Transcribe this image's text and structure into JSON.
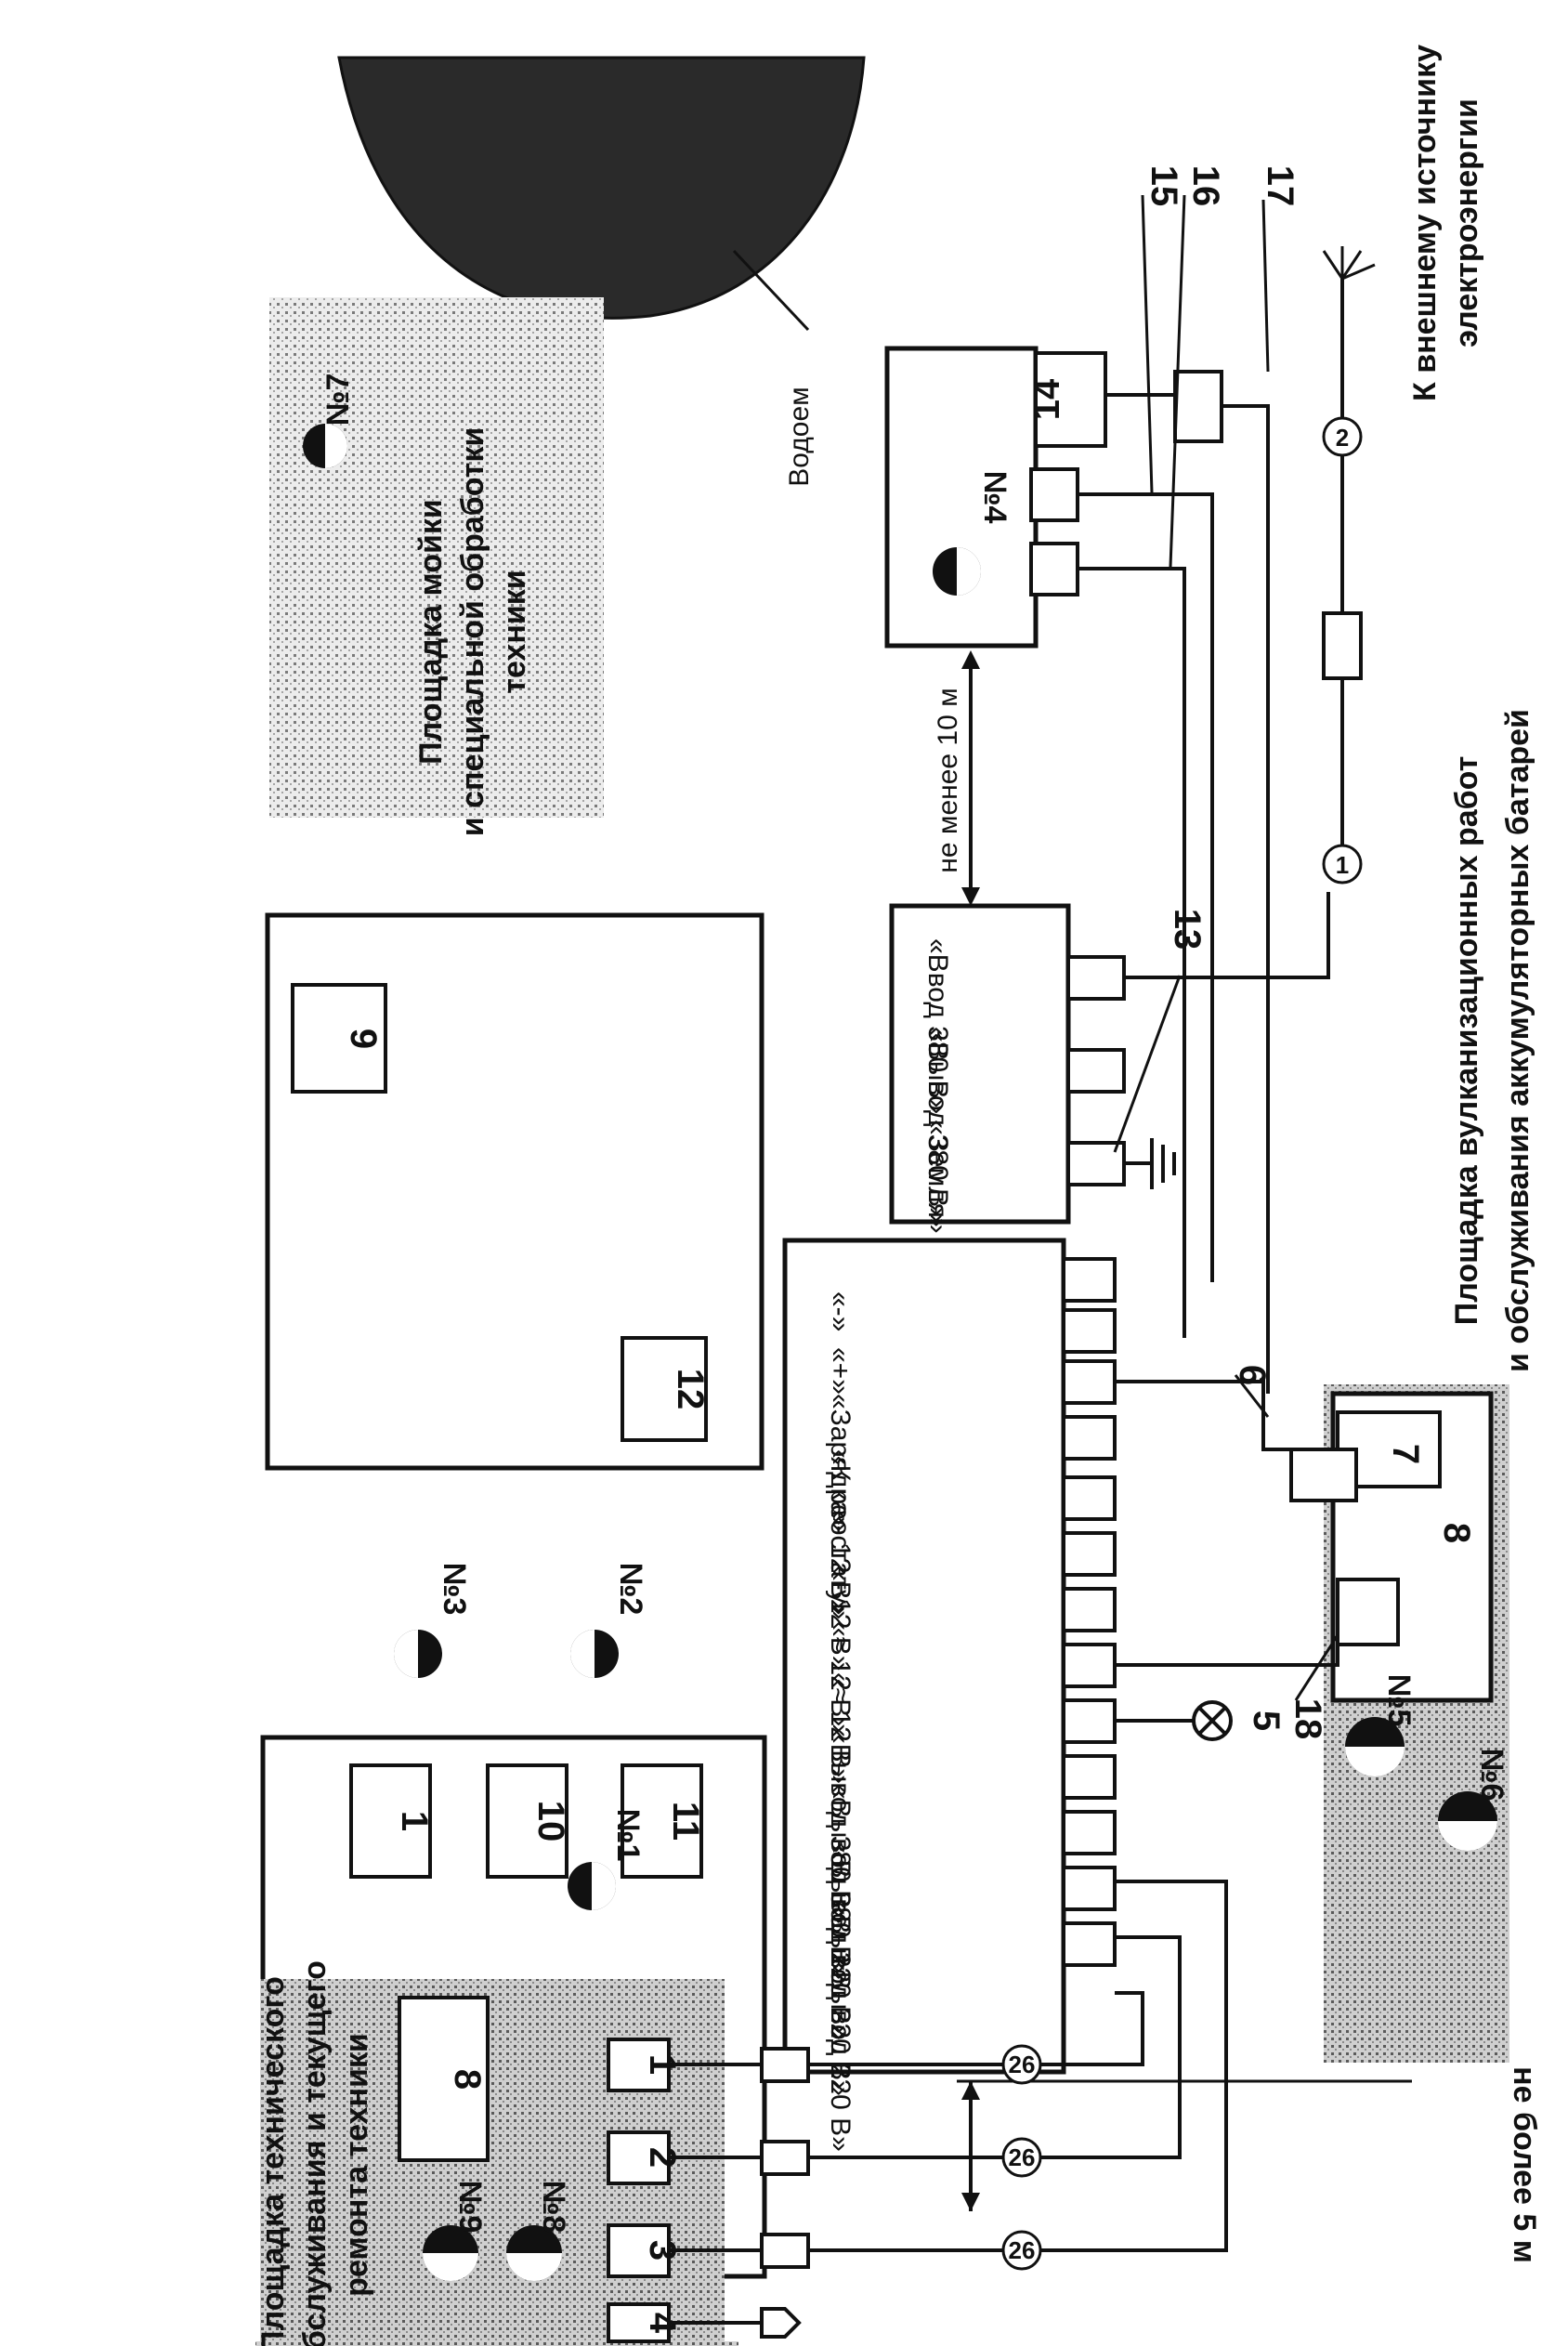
{
  "labels": {
    "reservoir": "Водоем",
    "external_source_1": "К внешнему источнику",
    "external_source_2": "электроэнергии",
    "not_less_10m": "не менее 10 м",
    "not_more_5m": "не более 5 м",
    "vulcan_1": "Площадка вулканизационных работ",
    "vulcan_2": "и обслуживания аккумуляторных батарей",
    "wash_1": "Площадка мойки",
    "wash_2": "и специальной обработки",
    "wash_3": "техники",
    "tech_1": "Площадка технического",
    "tech_2": "обслуживания и текущего",
    "tech_3": "ремонта техники"
  },
  "terminals": {
    "out220": "«Вывод 220 В»",
    "out380": "«Вывод 380 В»",
    "v12ac": "«≈ 12 В»",
    "v12dc": "«- 12 В»",
    "rheostat": "«К реостату»",
    "charge": "«Зарядка»",
    "plus": "«+»",
    "minus": "«-»",
    "earth": "«Земля»",
    "in380": "«Ввод 380 В»"
  },
  "stations": {
    "s1": "№1",
    "s2": "№2",
    "s3": "№3",
    "s4": "№4",
    "s5": "№5",
    "s6": "№6",
    "s7": "№7",
    "s8": "№8",
    "s9": "№9"
  },
  "numbers": {
    "n1": "1",
    "n2": "2",
    "n3": "3",
    "n4": "4",
    "n5": "5",
    "n6": "6",
    "n7": "7",
    "n8": "8",
    "n9": "9",
    "n10": "10",
    "n11": "11",
    "n12": "12",
    "n13": "13",
    "n14": "14",
    "n15": "15",
    "n16": "16",
    "n17": "17",
    "n18": "18",
    "c1": "1",
    "c2": "2",
    "c26": "26"
  }
}
